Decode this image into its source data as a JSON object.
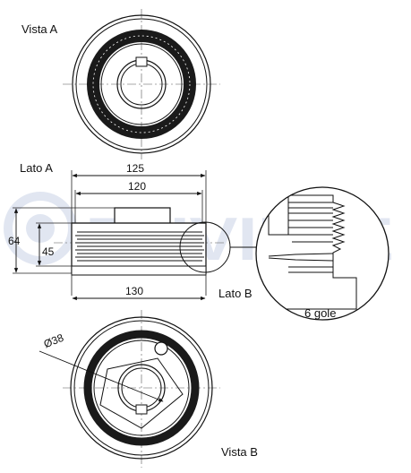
{
  "watermark": "RUVILLE",
  "colors": {
    "line": "#111111",
    "ring": "#1a1a1a",
    "watermark": "#c9d3e6"
  },
  "views": {
    "view_a_label": "Vista A",
    "side_a_label": "Lato A",
    "side_b_label": "Lato B",
    "view_b_label": "Vista B"
  },
  "dimensions": {
    "width_125": "125",
    "width_120": "120",
    "width_130": "130",
    "height_64": "64",
    "height_45": "45",
    "bore_diameter": "Ø38"
  },
  "detail": {
    "grooves_label": "6 gole"
  }
}
